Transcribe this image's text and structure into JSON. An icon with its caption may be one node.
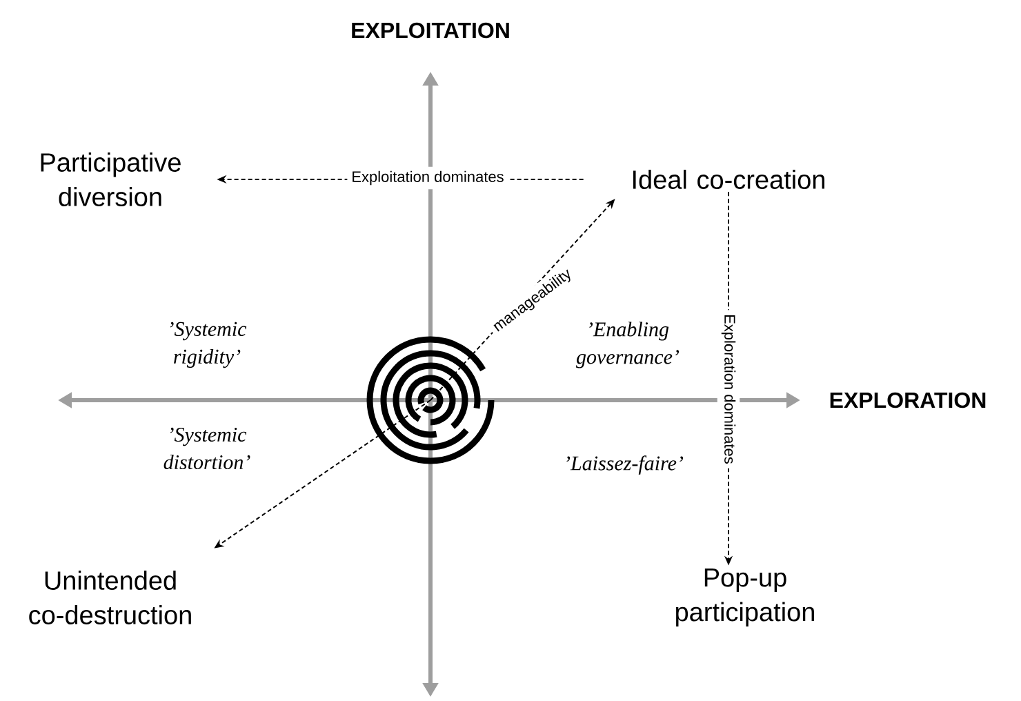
{
  "diagram": {
    "nodes": [
      {
        "text": [
          "Participative diversion"
        ]
      },
      {
        "text": [
          "Ideal co-creation"
        ]
      },
      {
        "text": [
          "Unintended co-destruction"
        ]
      },
      {
        "text": [
          "Pop-up participation"
        ]
      },
      {
        "text": [],
        "shape": "circle"
      }
    ],
    "edges": [
      {
        "from": 1,
        "to": 0,
        "arrow": "to",
        "style": "dashed",
        "label": "Exploitation dominates"
      },
      {
        "from": 1,
        "to": 3,
        "arrow": "to",
        "style": "dashed",
        "label": "Exploration dominates"
      },
      {
        "from": 4,
        "to": 1,
        "arrow": "to",
        "style": "dashed",
        "label": "manageability"
      },
      {
        "from": 4,
        "to": 2,
        "arrow": "to",
        "style": "dashed"
      }
    ],
    "labels": [
      "EXPLOITATION",
      "’Systemic rigidity’",
      "’Enabling governance’",
      "EXPLORATION",
      "’Systemic distortion’",
      "’Laissez-faire’"
    ]
  }
}
